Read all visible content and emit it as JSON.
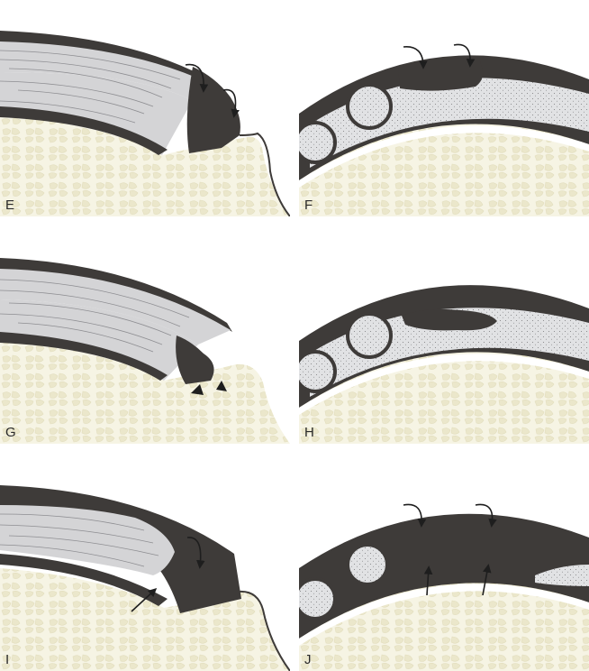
{
  "figure": {
    "panels": [
      {
        "id": "E",
        "label": "E"
      },
      {
        "id": "F",
        "label": "F"
      },
      {
        "id": "G",
        "label": "G"
      },
      {
        "id": "H",
        "label": "H"
      },
      {
        "id": "I",
        "label": "I"
      },
      {
        "id": "J",
        "label": "J"
      }
    ]
  },
  "colors": {
    "dark_tissue": "#3e3b39",
    "tendon_gray": "#d4d4d6",
    "bone_cream": "#f6f4e4",
    "bone_pattern": "#ebe7cb",
    "stippled_fill": "#e1e2e4"
  }
}
